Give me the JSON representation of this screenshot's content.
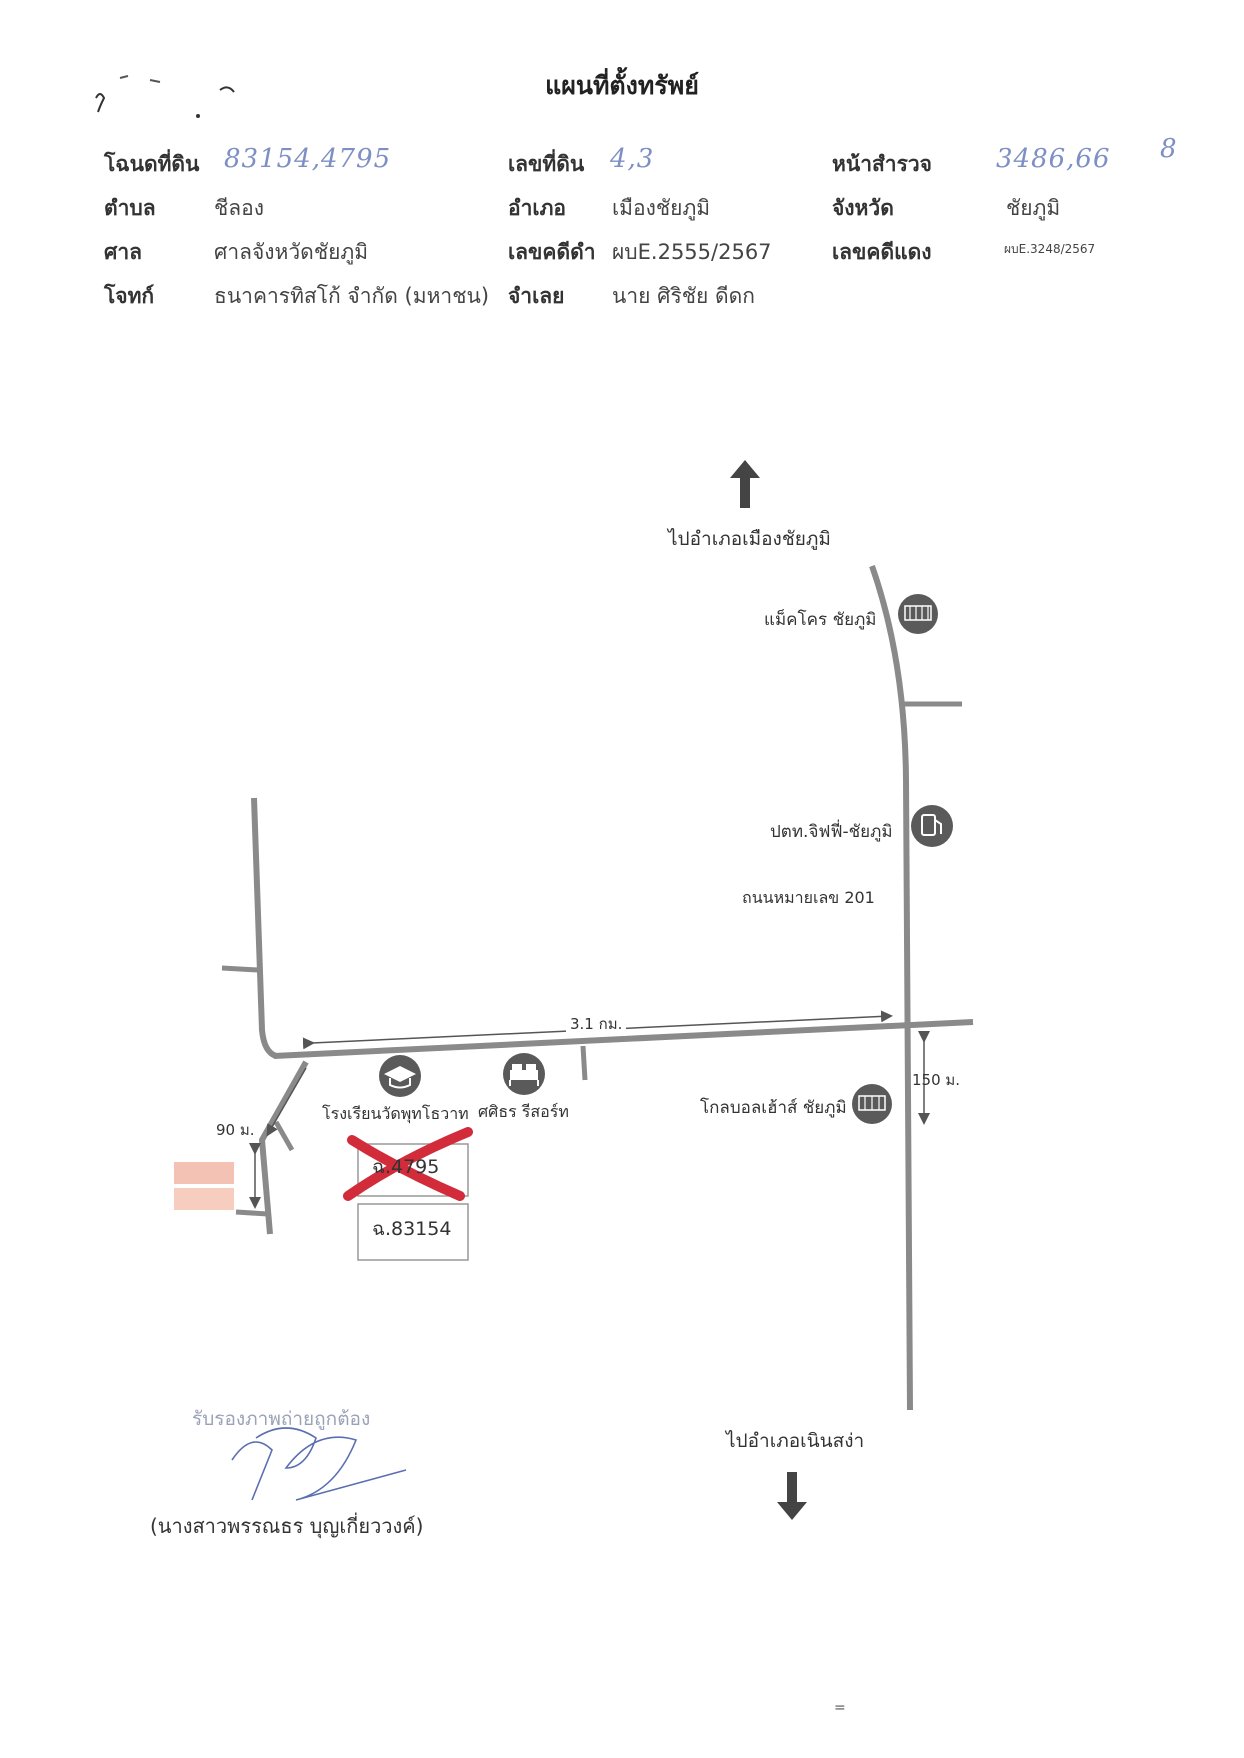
{
  "header": {
    "title": "แผนที่ตั้งทรัพย์"
  },
  "info": {
    "deed_label": "โฉนดที่ดิน",
    "deed_value": "83154,4795",
    "land_no_label": "เลขที่ดิน",
    "land_no_value": "4,3",
    "survey_label": "หน้าสำรวจ",
    "survey_value": "3486,66",
    "survey_extra": "8",
    "tambon_label": "ตำบล",
    "tambon_value": "ชีลอง",
    "amphoe_label": "อำเภอ",
    "amphoe_value": "เมืองชัยภูมิ",
    "province_label": "จังหวัด",
    "province_value": "ชัยภูมิ",
    "court_label": "ศาล",
    "court_value": "ศาลจังหวัดชัยภูมิ",
    "black_case_label": "เลขคดีดำ",
    "black_case_value": "ผบE.2555/2567",
    "red_case_label": "เลขคดีแดง",
    "red_case_value": "ผบE.3248/2567",
    "plaintiff_label": "โจทก์",
    "plaintiff_value": "ธนาคารทิสโก้ จำกัด (มหาชน)",
    "defendant_label": "จำเลย",
    "defendant_value": "นาย ศิริชัย ดีดก"
  },
  "map": {
    "north_direction": "ไปอำเภอเมืองชัยภูมิ",
    "south_direction": "ไปอำเภอเนินสง่า",
    "makro": "แม็คโคร ชัยภูมิ",
    "gas_station": "ปตท.จิฟฟี่-ชัยภูมิ",
    "highway": "ถนนหมายเลข 201",
    "distance_main": "3.1 กม.",
    "distance_150": "150 ม.",
    "global_house": "โกลบอลเฮ้าส์ ชัยภูมิ",
    "school": "โรงเรียนวัดพุทโธวาท",
    "resort": "ศศิธร รีสอร์ท",
    "distance_90": "90 ม.",
    "plot_crossed": "ฉ.4795",
    "plot_active": "ฉ.83154",
    "icon_colors": {
      "circle": "#5a5a5a",
      "road": "#8a8a8a",
      "cross": "#d22b3a",
      "highlight": "#f4c2b4"
    }
  },
  "certification": {
    "text": "รับรองภาพถ่ายถูกต้อง",
    "name": "(นางสาวพรรณธร บุญเกี่ยววงค์)"
  }
}
